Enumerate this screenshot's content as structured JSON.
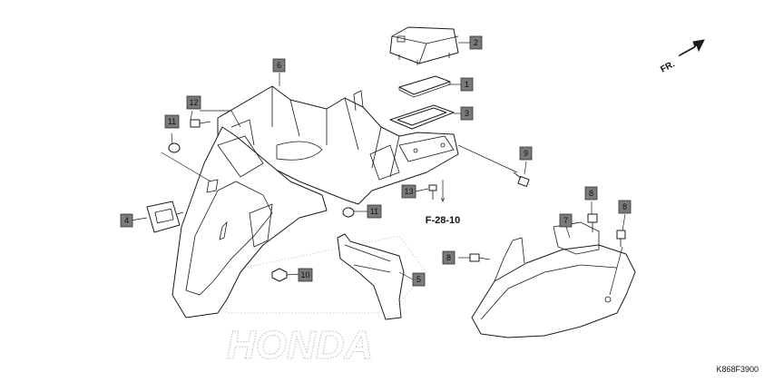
{
  "diagram": {
    "direction_label": "FR.",
    "reference_label": "F-28-10",
    "drawing_code": "K868F3900",
    "watermark_text": "HONDA",
    "callouts": [
      {
        "id": "callout-1",
        "label": "1"
      },
      {
        "id": "callout-2",
        "label": "2"
      },
      {
        "id": "callout-3",
        "label": "3"
      },
      {
        "id": "callout-4",
        "label": "4"
      },
      {
        "id": "callout-5",
        "label": "5"
      },
      {
        "id": "callout-6",
        "label": "6"
      },
      {
        "id": "callout-7",
        "label": "7"
      },
      {
        "id": "callout-8a",
        "label": "8"
      },
      {
        "id": "callout-8b",
        "label": "8"
      },
      {
        "id": "callout-8c",
        "label": "8"
      },
      {
        "id": "callout-9",
        "label": "9"
      },
      {
        "id": "callout-10",
        "label": "10"
      },
      {
        "id": "callout-11a",
        "label": "11"
      },
      {
        "id": "callout-11b",
        "label": "11"
      },
      {
        "id": "callout-12",
        "label": "12"
      },
      {
        "id": "callout-13",
        "label": "13"
      }
    ]
  }
}
